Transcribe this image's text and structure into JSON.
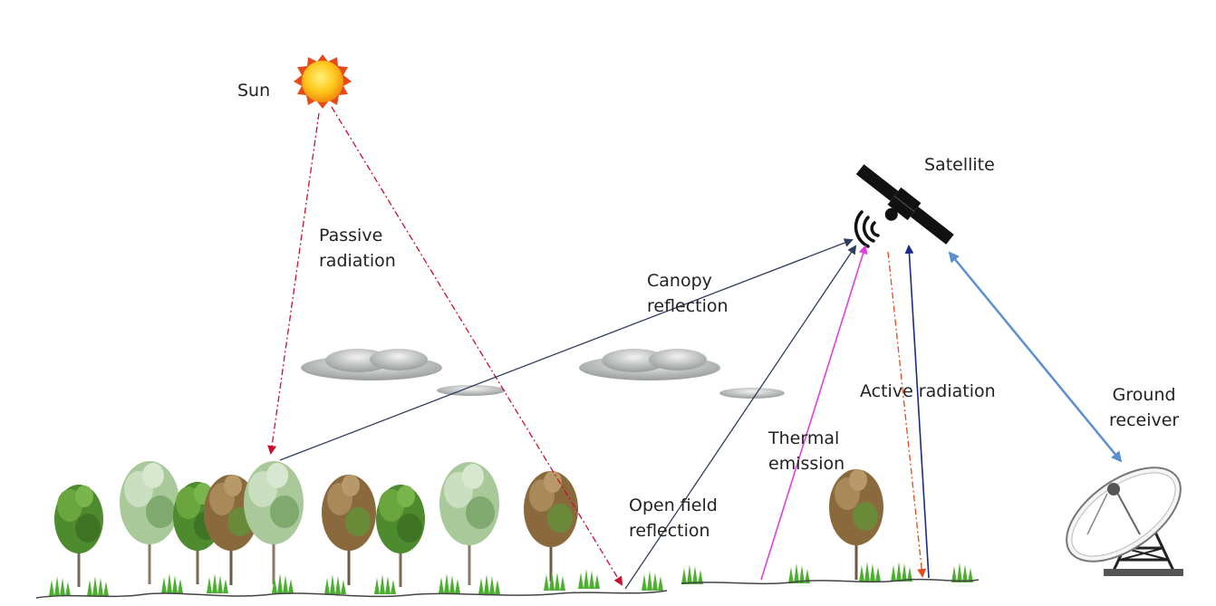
{
  "labels": {
    "sun": "Sun",
    "satellite": "Satellite",
    "passive_radiation": [
      "Passive",
      "radiation"
    ],
    "canopy_reflection": [
      "Canopy",
      "reflection"
    ],
    "active_radiation": "Active radiation",
    "ground_receiver": [
      "Ground",
      "receiver"
    ],
    "thermal_emission": [
      "Thermal",
      "emission"
    ],
    "open_field_reflection": [
      "Open field",
      "reflection"
    ]
  },
  "colors": {
    "sun_core": "#ffc51a",
    "sun_rays": "#e84a1a",
    "passive_ray": "#c8102e",
    "canopy_ray": "#2f3e5c",
    "thermal_ray": "#e040e0",
    "active_down_ray": "#e84a1a",
    "active_up_ray": "#1a2a8c",
    "receiver_link": "#5b8fd0",
    "tree_green": "#4e8a2e",
    "tree_brown": "#8a6a3c",
    "grass": "#4caf2f"
  },
  "icons": [
    "sun-icon",
    "satellite-icon",
    "signal-waves-icon",
    "cloud-icon",
    "tree-icon",
    "grass-icon",
    "dish-antenna-icon"
  ]
}
